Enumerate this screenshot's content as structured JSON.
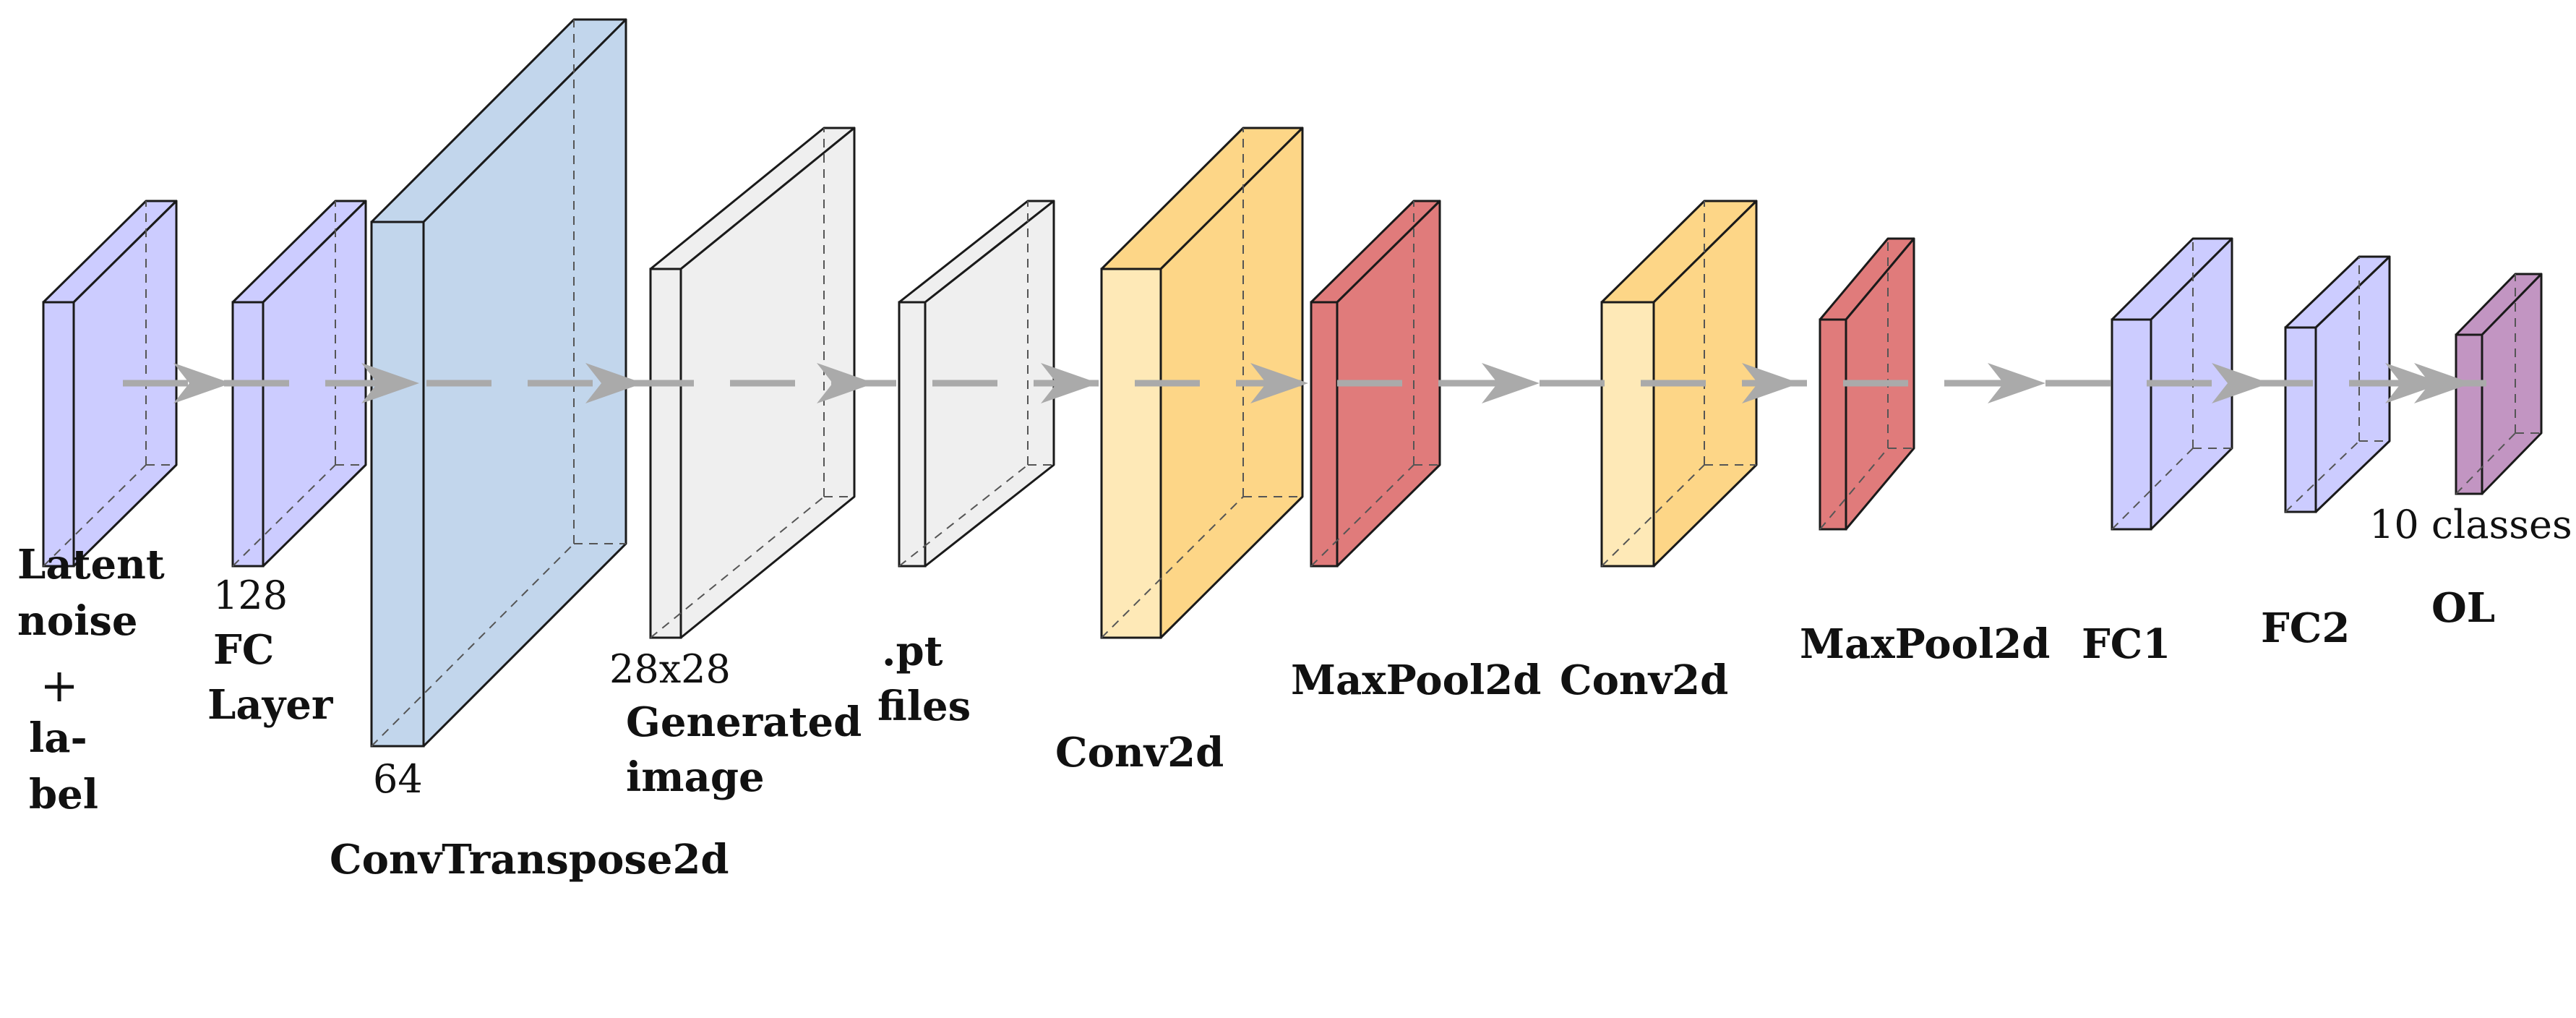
{
  "colors": {
    "input": "#ccccff",
    "deconv": "#c2d6ec",
    "image": "#efefef",
    "conv": "#fdd687",
    "conv_light": "#fee9b7",
    "pool": "#e07b7b",
    "output": "#c295c2",
    "edge": "#1a1a1a",
    "arrow": "#aaaaaa",
    "background": "#ffffff"
  },
  "layers": [
    {
      "id": "latent",
      "fill": "input"
    },
    {
      "id": "fc-layer",
      "fill": "input"
    },
    {
      "id": "conv-transpose",
      "fill": "deconv"
    },
    {
      "id": "generated-image",
      "fill": "image"
    },
    {
      "id": "pt-files",
      "fill": "image"
    },
    {
      "id": "conv2d-1",
      "fill": "conv",
      "front_fill": "conv_light"
    },
    {
      "id": "maxpool-1",
      "fill": "pool"
    },
    {
      "id": "conv2d-2",
      "fill": "conv",
      "front_fill": "conv_light"
    },
    {
      "id": "maxpool-2",
      "fill": "pool"
    },
    {
      "id": "fc1",
      "fill": "input"
    },
    {
      "id": "fc2",
      "fill": "input"
    },
    {
      "id": "ol",
      "fill": "output"
    }
  ],
  "labels": {
    "latent_1": "Latent",
    "latent_2": "noise",
    "latent_3": "+",
    "latent_4": "la-",
    "latent_5": "bel",
    "fc_dim": "128",
    "fc_1": "FC",
    "fc_2": "Layer",
    "convt_dim": "64",
    "convt_name": "ConvTranspose2d",
    "gen_dim": "28x28",
    "gen_1": "Generated",
    "gen_2": "image",
    "pt_1": ".pt",
    "pt_2": "files",
    "conv1_name": "Conv2d",
    "pool1_name": "MaxPool2d",
    "conv2_name": "Conv2d",
    "pool2_name": "MaxPool2d",
    "fc1_name": "FC1",
    "fc2_name": "FC2",
    "ol_dim": "10 classes",
    "ol_name": "OL"
  }
}
